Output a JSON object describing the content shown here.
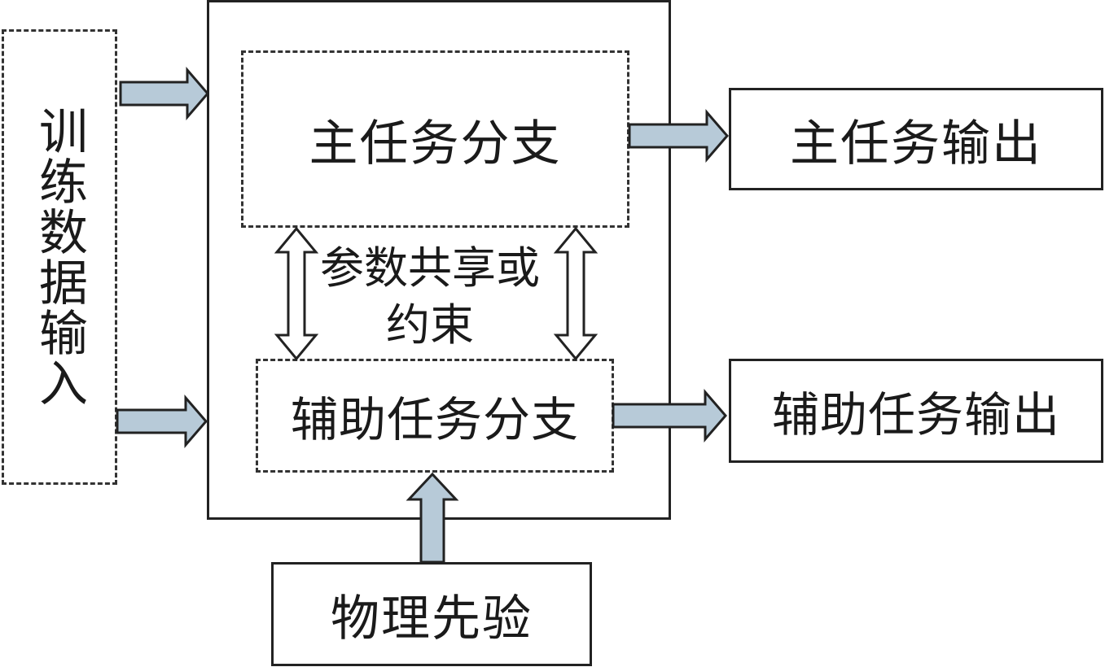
{
  "nodes": {
    "training_input": "训练数据输入",
    "main_branch": "主任务分支",
    "aux_branch": "辅助任务分支",
    "share_constraint": "参数共享或约束",
    "main_output": "主任务输出",
    "aux_output": "辅助任务输出",
    "physics_prior": "物理先验"
  },
  "colors": {
    "arrow_fill": "#b7cad8",
    "arrow_stroke": "#222222",
    "border": "#222222"
  }
}
